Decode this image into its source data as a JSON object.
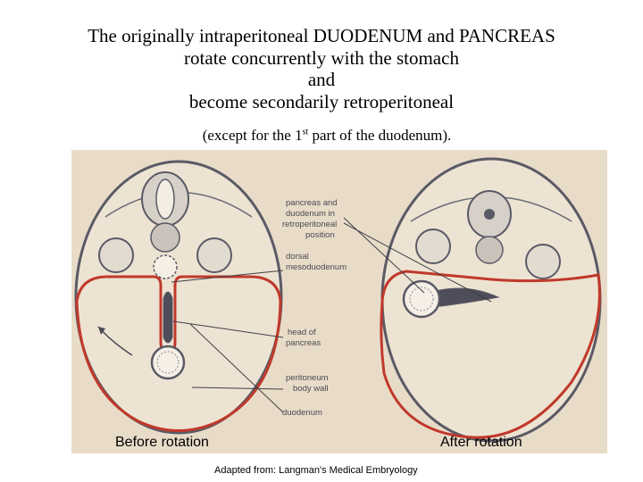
{
  "slide": {
    "title_lines": [
      "The originally intraperitoneal DUODENUM and PANCREAS",
      "rotate concurrently with the stomach",
      "and",
      "become secondarily retroperitoneal"
    ],
    "subtitle_pre": "(except for the 1",
    "subtitle_sup": "st",
    "subtitle_post": " part of the duodenum)."
  },
  "diagram": {
    "labels": {
      "retro_1": "pancreas and",
      "retro_2": "duodenum in",
      "retro_3": "retroperitoneal",
      "retro_4": "position",
      "dorsal_1": "dorsal",
      "dorsal_2": "mesoduodenum",
      "head_1": "head of",
      "head_2": "pancreas",
      "peritoneum": "peritoneum",
      "body_wall": "body wall",
      "duodenum": "duodenum"
    },
    "colors": {
      "background": "#e8dcc8",
      "peritoneum": "#c0392b",
      "ink": "#5a5a66"
    }
  },
  "captions": {
    "before": "Before rotation",
    "after": "After rotation"
  },
  "credit": "Adapted from:  Langman's Medical Embryology"
}
